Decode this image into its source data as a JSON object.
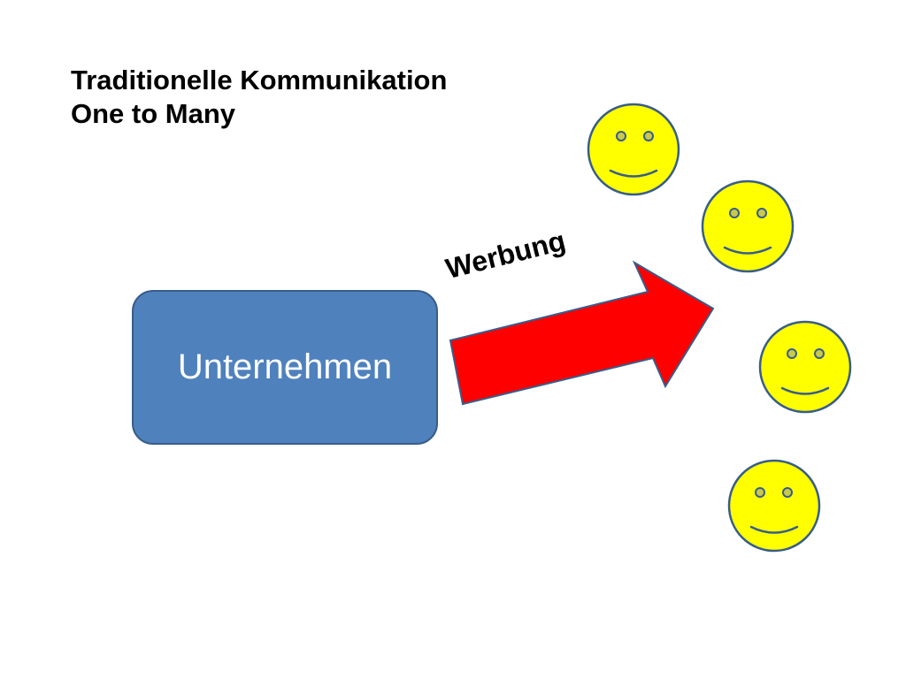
{
  "title": {
    "line1": "Traditionelle Kommunikation",
    "line2": "One to Many"
  },
  "sender": {
    "label": "Unternehmen"
  },
  "arrow": {
    "label": "Werbung",
    "fill": "#ff0000",
    "stroke": "#385d8a"
  },
  "recipients": {
    "count": 4,
    "icon": "smiley-face-icon",
    "fill": "#ffff00",
    "stroke": "#385d8a"
  },
  "colors": {
    "box_fill": "#4f81bd",
    "box_stroke": "#385d8a",
    "box_text": "#ffffff"
  }
}
